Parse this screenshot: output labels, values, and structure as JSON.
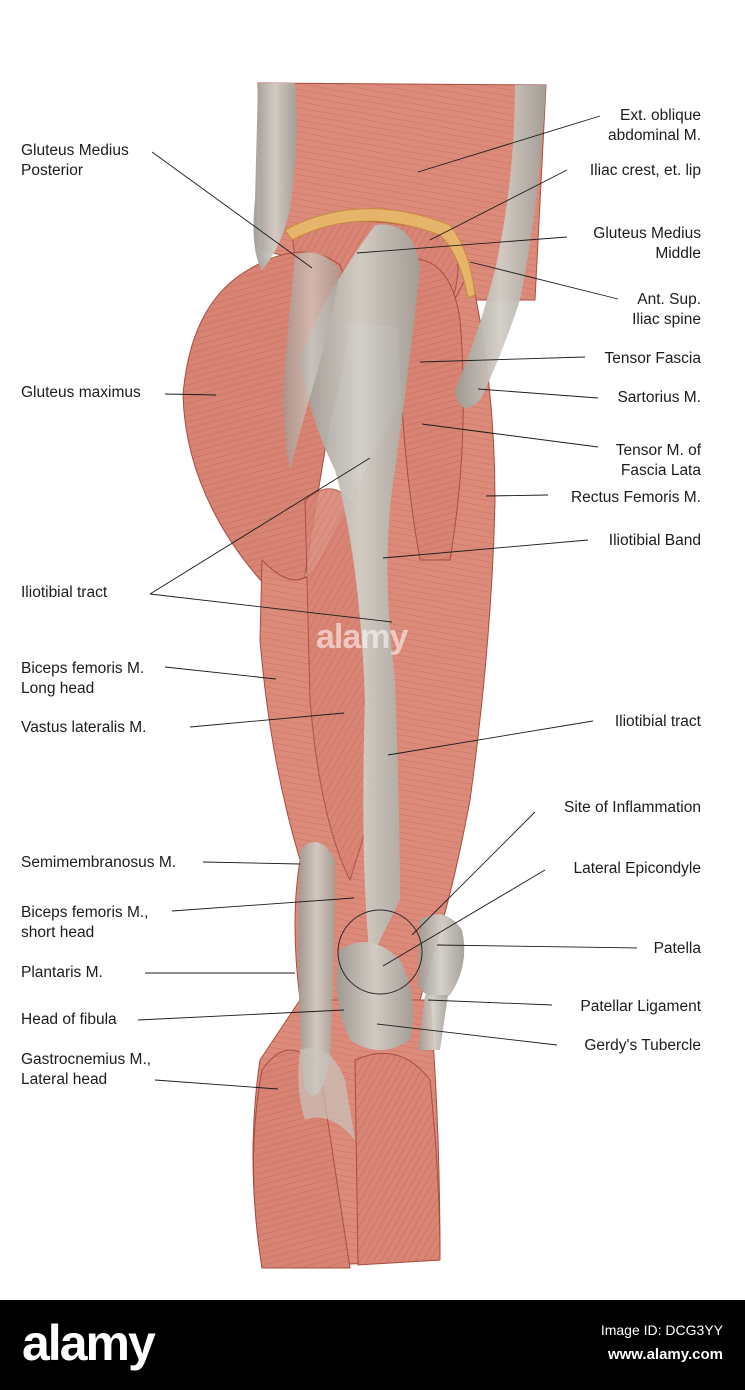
{
  "labels_left": [
    {
      "name": "label-gluteus-medius-posterior",
      "lines": [
        "Gluteus Medius",
        "Posterior"
      ]
    },
    {
      "name": "label-gluteus-maximus",
      "lines": [
        "Gluteus maximus"
      ]
    },
    {
      "name": "label-iliotibial-tract-left",
      "lines": [
        "Iliotibial tract"
      ]
    },
    {
      "name": "label-biceps-femoris-long-head",
      "lines": [
        "Biceps femoris M.",
        "Long head"
      ]
    },
    {
      "name": "label-vastus-lateralis",
      "lines": [
        "Vastus lateralis M."
      ]
    },
    {
      "name": "label-semimembranosus",
      "lines": [
        "Semimembranosus M."
      ]
    },
    {
      "name": "label-biceps-femoris-short-head",
      "lines": [
        "Biceps femoris M.,",
        "short head"
      ]
    },
    {
      "name": "label-plantaris",
      "lines": [
        "Plantaris M."
      ]
    },
    {
      "name": "label-head-of-fibula",
      "lines": [
        "Head of fibula"
      ]
    },
    {
      "name": "label-gastrocnemius-lateral-head",
      "lines": [
        "Gastrocnemius M.,",
        "Lateral head"
      ]
    }
  ],
  "labels_right": [
    {
      "name": "label-ext-oblique",
      "lines": [
        "Ext. oblique",
        "abdominal M."
      ]
    },
    {
      "name": "label-iliac-crest",
      "lines": [
        "Iliac crest, et. lip"
      ]
    },
    {
      "name": "label-gluteus-medius-middle",
      "lines": [
        "Gluteus Medius",
        "Middle"
      ]
    },
    {
      "name": "label-ant-sup-iliac-spine",
      "lines": [
        "Ant. Sup.",
        "Iliac spine"
      ]
    },
    {
      "name": "label-tensor-fascia",
      "lines": [
        "Tensor Fascia"
      ]
    },
    {
      "name": "label-sartorius",
      "lines": [
        "Sartorius M."
      ]
    },
    {
      "name": "label-tensor-fascia-lata",
      "lines": [
        "Tensor M. of",
        "Fascia Lata"
      ]
    },
    {
      "name": "label-rectus-femoris",
      "lines": [
        "Rectus Femoris M."
      ]
    },
    {
      "name": "label-iliotibial-band",
      "lines": [
        "Iliotibial Band"
      ]
    },
    {
      "name": "label-iliotibial-tract-right",
      "lines": [
        "Iliotibial tract"
      ]
    },
    {
      "name": "label-site-of-inflammation",
      "lines": [
        "Site of Inflammation"
      ]
    },
    {
      "name": "label-lateral-epicondyle",
      "lines": [
        "Lateral Epicondyle"
      ]
    },
    {
      "name": "label-patella",
      "lines": [
        "Patella"
      ]
    },
    {
      "name": "label-patellar-ligament",
      "lines": [
        "Patellar Ligament"
      ]
    },
    {
      "name": "label-gerdys-tubercle",
      "lines": [
        "Gerdy's Tubercle"
      ]
    }
  ],
  "watermark": {
    "logo": "alamy",
    "center": "alamy",
    "image_id": "Image ID: DCG3YY",
    "url": "www.alamy.com"
  },
  "colors": {
    "muscle": "#d98677",
    "muscle_dark": "#b4584a",
    "tendon": "#b9b5ad",
    "leader": "#1c1c1c",
    "footer": "#000000"
  }
}
